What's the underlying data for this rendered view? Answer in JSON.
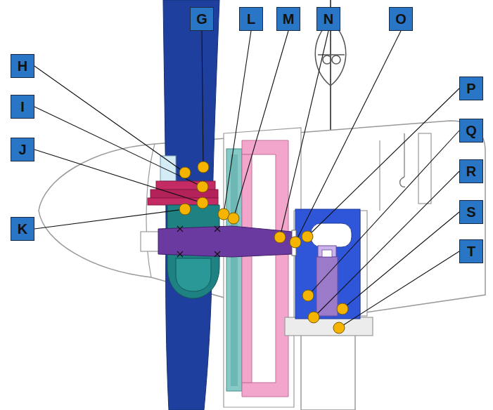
{
  "diagram": {
    "nodes": [
      {
        "text": [
          "G"
        ]
      },
      {
        "text": [
          "L"
        ]
      },
      {
        "text": [
          "M"
        ]
      },
      {
        "text": [
          "N"
        ]
      },
      {
        "text": [
          "O"
        ]
      },
      {
        "text": [
          "H"
        ]
      },
      {
        "text": [
          "P"
        ]
      },
      {
        "text": [
          "I"
        ]
      },
      {
        "text": [
          "Q"
        ]
      },
      {
        "text": [
          "J"
        ]
      },
      {
        "text": [
          "R"
        ]
      },
      {
        "text": [
          "S"
        ]
      },
      {
        "text": [
          "K"
        ]
      },
      {
        "text": [
          "T"
        ]
      }
    ]
  }
}
